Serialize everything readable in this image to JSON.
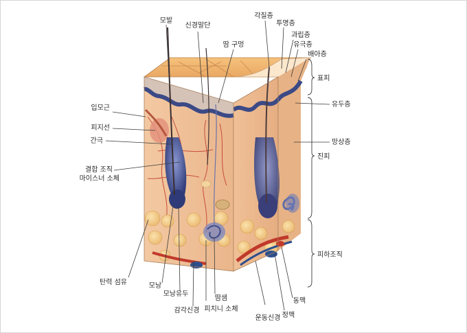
{
  "diagram": {
    "labels": {
      "hair": "모발",
      "nerve_ending": "신경말단",
      "sweat_pore": "땀 구멍",
      "stratum_corneum": "각질층",
      "stratum_lucidum": "투명층",
      "stratum_granulosum": "과립층",
      "stratum_spinosum": "유극층",
      "stratum_basale": "배아층",
      "epidermis": "표피",
      "papillary_layer": "유두층",
      "reticular_layer": "망상층",
      "dermis": "진피",
      "subcutaneous": "피하조직",
      "arrector_pili": "입모근",
      "sebaceous_gland": "피지선",
      "gap": "간극",
      "connective_tissue": "결합 조직",
      "meissner": "마이스너 소체",
      "elastic_fiber": "탄력 섬유",
      "follicle": "모낭",
      "papilla": "모낭유두",
      "sensory_nerve": "감각신경",
      "pacinian": "피치니 소체",
      "sweat_gland": "땀샘",
      "motor_nerve": "운동신경",
      "vein": "정맥",
      "artery": "동맥"
    },
    "colors": {
      "frame": "#d6d6d6",
      "epidermis_top": "#f0b070",
      "dermis": "#f2c49a",
      "basal_blue": "#3b4a86",
      "fat": "#f0c886",
      "vessel_red": "#c0392b",
      "vein_blue": "#2d4f8e",
      "label": "#2b2b2b"
    }
  }
}
